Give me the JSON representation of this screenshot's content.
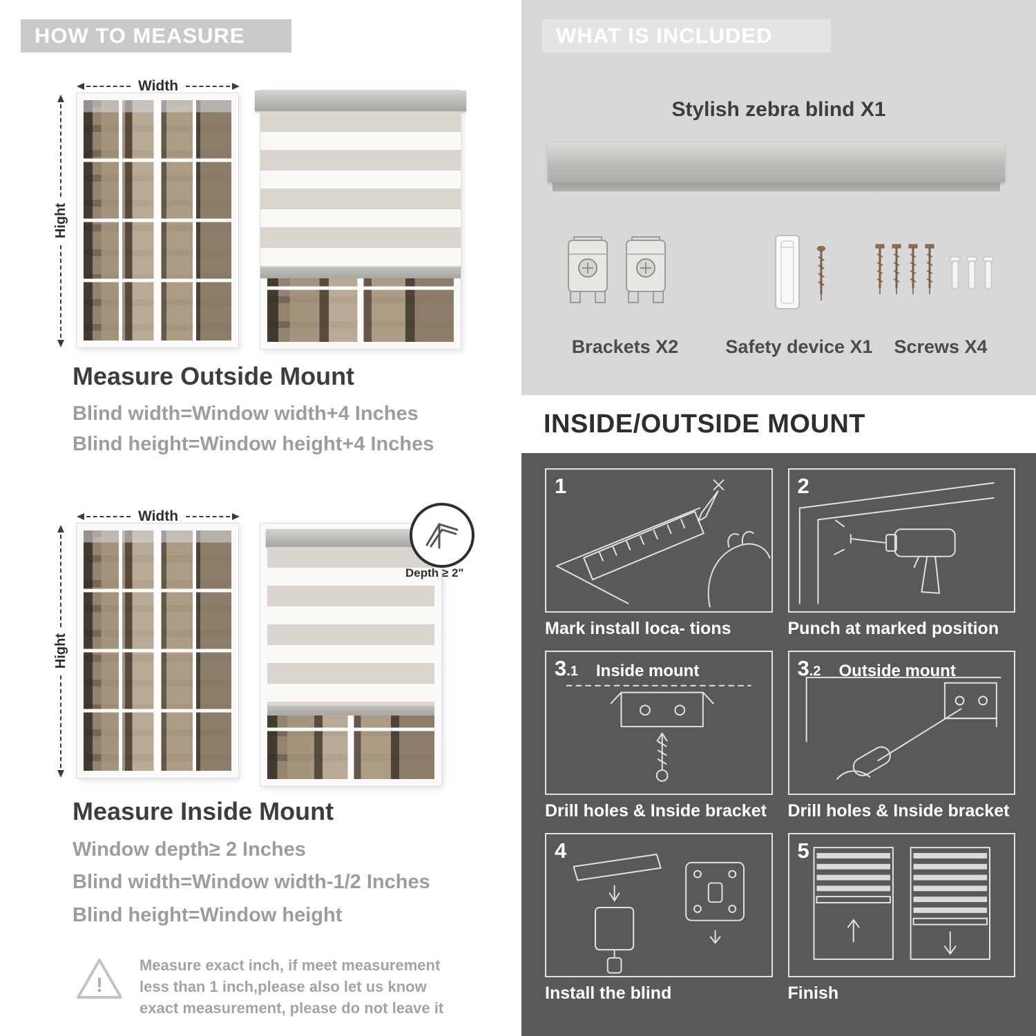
{
  "colors": {
    "header_bar": "#c9c9c9",
    "light_panel": "#d8d8d8",
    "dark_panel": "#595959"
  },
  "left": {
    "header": "HOW TO MEASURE",
    "outside": {
      "width_label": "Width",
      "height_label": "Hight",
      "title": "Measure Outside Mount",
      "line1": "Blind width=Window width+4 Inches",
      "line2": "Blind height=Window height+4 Inches"
    },
    "inside": {
      "width_label": "Width",
      "height_label": "Hight",
      "depth_callout": "Depth ≥ 2\"",
      "title": "Measure Inside Mount",
      "line1": "Window depth≥ 2 Inches",
      "line2": "Blind width=Window width-1/2 Inches",
      "line3": "Blind height=Window height"
    },
    "note_mark": "!",
    "note": "Measure exact inch, if meet measurement less than 1 inch,please also let us know exact measurement, please do not leave it"
  },
  "right": {
    "included": {
      "header": "WHAT IS INCLUDED",
      "blind_label": "Stylish zebra blind X1",
      "items": [
        {
          "label": "Brackets X2"
        },
        {
          "label": "Safety device X1"
        },
        {
          "label": "Screws X4"
        }
      ]
    },
    "mount": {
      "header": "INSIDE/OUTSIDE MOUNT",
      "steps": [
        {
          "num": "1",
          "sub": "",
          "title": "",
          "caption": "Mark install loca- tions"
        },
        {
          "num": "2",
          "sub": "",
          "title": "",
          "caption": "Punch at  marked position"
        },
        {
          "num": "3",
          "sub": ".1",
          "title": "Inside mount",
          "caption": "Drill holes &  Inside bracket"
        },
        {
          "num": "3",
          "sub": ".2",
          "title": "Outside mount",
          "caption": "Drill holes &  Inside bracket"
        },
        {
          "num": "4",
          "sub": "",
          "title": "",
          "caption": "Install the blind"
        },
        {
          "num": "5",
          "sub": "",
          "title": "",
          "caption": "Finish"
        }
      ]
    }
  }
}
